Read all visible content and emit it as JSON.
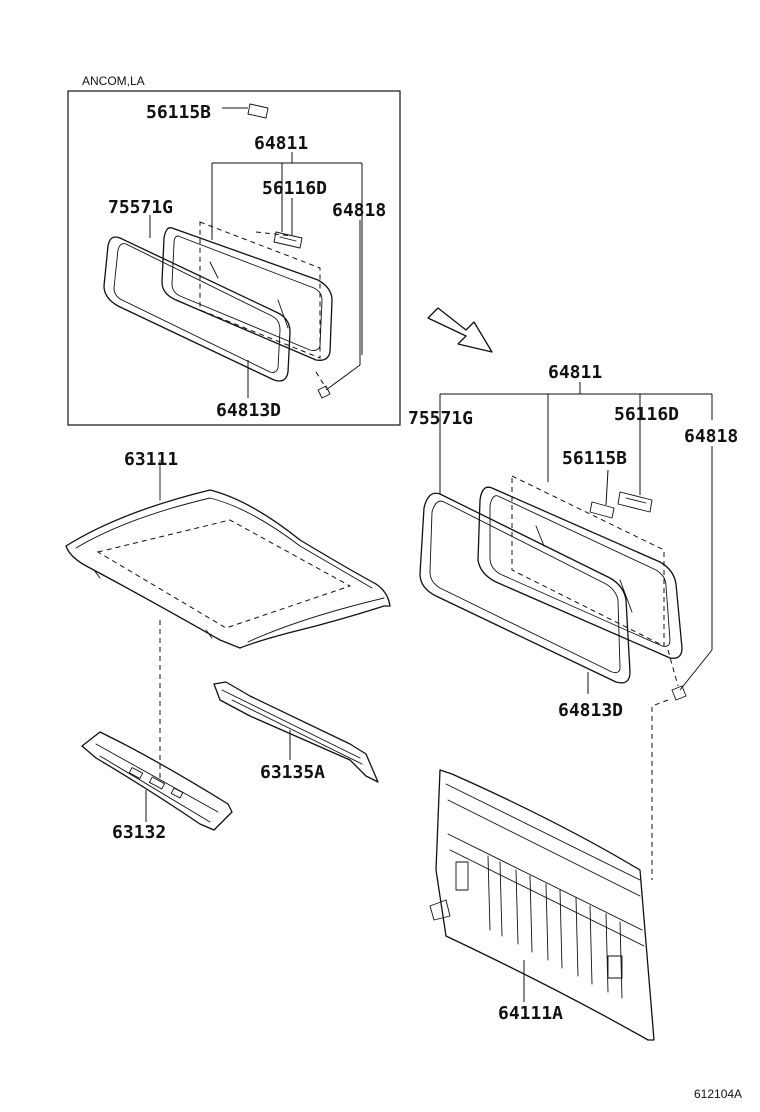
{
  "variant_box": {
    "condition": "ANCOM,LA",
    "labels": [
      "56115B",
      "64811",
      "56116D",
      "75571G",
      "64818",
      "64813D"
    ]
  },
  "main_labels": {
    "roof_panel": "63111",
    "roof_bow_front": "63132",
    "roof_bow_rear": "63135A",
    "back_panel": "64111A",
    "window_assy": "64811",
    "window_seal": "75571G",
    "sticker_d": "56116D",
    "clip": "64818",
    "sticker_b": "56115B",
    "weatherstrip": "64813D"
  },
  "figure_code": "612104A",
  "icons": {
    "direction_arrow": "direction-arrow-icon"
  }
}
